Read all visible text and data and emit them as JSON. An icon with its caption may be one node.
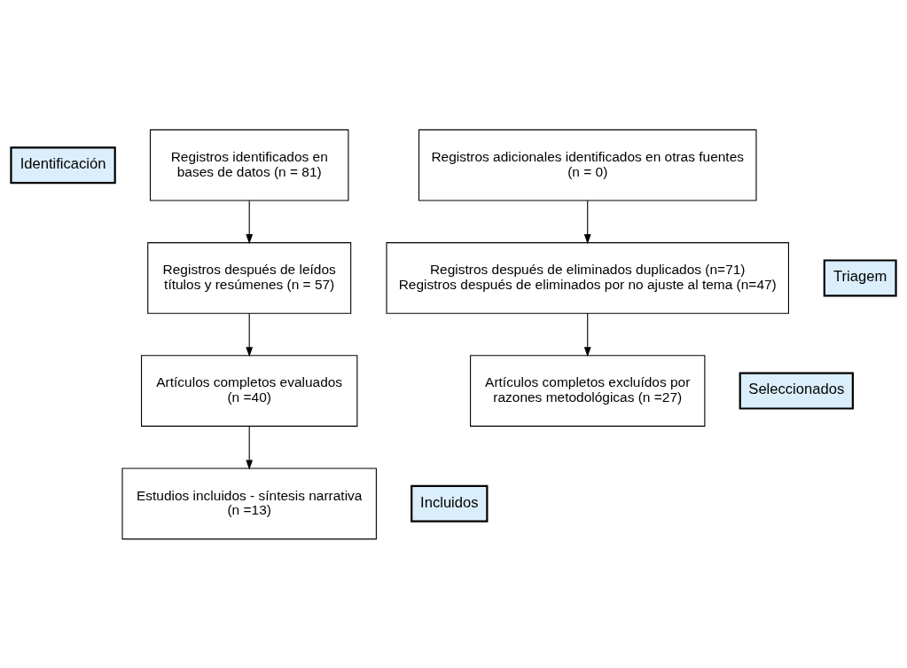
{
  "diagram": {
    "nodes": [
      {
        "text": [
          "Identificación"
        ]
      },
      {
        "text": [
          "Registros identificados en bases de datos (n = 81)"
        ]
      },
      {
        "text": [
          "Registros adicionales identificados en otras fuentes (n = 0)"
        ]
      },
      {
        "text": [
          "Triagem"
        ]
      },
      {
        "text": [
          "Registros después de leídos títulos y resúmenes (n = 57)"
        ]
      },
      {
        "text": [
          "Registros después de eliminados duplicados (n=71)",
          "Registros después de eliminados por no ajuste al tema (n=47)"
        ]
      },
      {
        "text": [
          "Seleccionados"
        ]
      },
      {
        "text": [
          "Artículos completos evaluados (n =40)"
        ]
      },
      {
        "text": [
          "Artículos completos excluídos por razones metodológicas (n =27)"
        ]
      },
      {
        "text": [
          "Incluidos"
        ]
      },
      {
        "text": [
          "Estudios incluidos - síntesis narrativa (n =13)"
        ]
      }
    ],
    "edges": [
      {
        "from": 1,
        "to": 4,
        "arrow": "to"
      },
      {
        "from": 2,
        "to": 5,
        "arrow": "to"
      },
      {
        "from": 4,
        "to": 7,
        "arrow": "to"
      },
      {
        "from": 5,
        "to": 8,
        "arrow": "to"
      },
      {
        "from": 7,
        "to": 10,
        "arrow": "to"
      }
    ]
  }
}
